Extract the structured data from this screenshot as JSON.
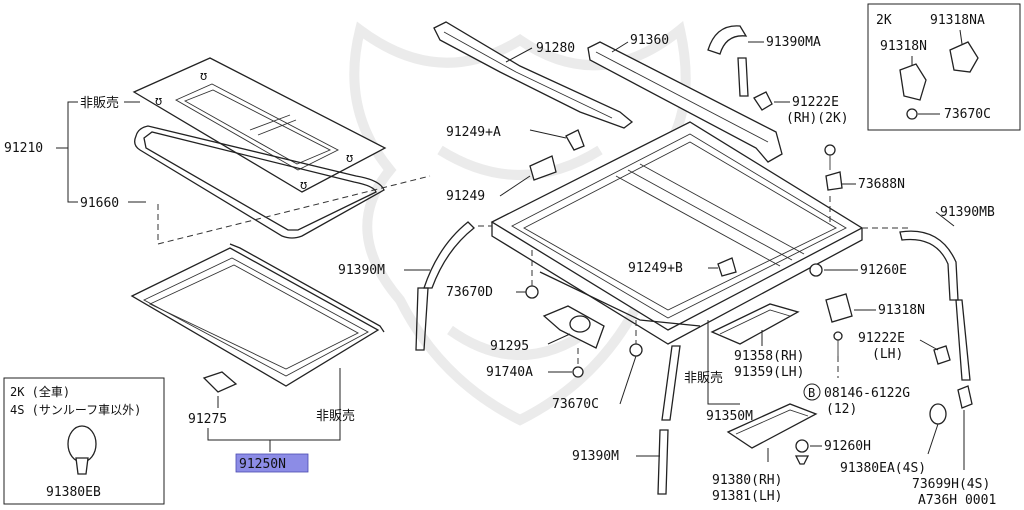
{
  "diagram_id": "A736H 0001",
  "labels": {
    "p91210": "91210",
    "p91660": "91660",
    "not_sold_top": "非販売",
    "p91280": "91280",
    "p91360": "91360",
    "p91390MA": "91390MA",
    "p91222E_top": "91222E",
    "rh_2k": "(RH)(2K)",
    "p91249A": "91249+A",
    "p91249": "91249",
    "p73688N": "73688N",
    "p91390MB": "91390MB",
    "p91390M_left": "91390M",
    "p73670D": "73670D",
    "p91249B": "91249+B",
    "p91260E": "91260E",
    "p91318N_right": "91318N",
    "p91222E_lh": "91222E",
    "lh_1": "(LH)",
    "p91295": "91295",
    "p91358": "91358(RH)",
    "p91359": "91359(LH)",
    "bolt_code": "08146-6122G",
    "bolt_qty": "(12)",
    "bolt_circle": "B",
    "p91740A": "91740A",
    "not_sold_mid": "非販売",
    "p73670C_mid": "73670C",
    "p91350M": "91350M",
    "p91260H": "91260H",
    "p91380EA": "91380EA(4S)",
    "p91390M_bottom": "91390M",
    "p91380": "91380(RH)",
    "p91381": "91381(LH)",
    "p73699H": "73699H(4S)",
    "p91275": "91275",
    "not_sold_bottom": "非販売",
    "p91250N": "91250N"
  },
  "inset_top_right": {
    "variant": "2K",
    "p91318NA": "91318NA",
    "p91318N": "91318N",
    "p73670C": "73670C"
  },
  "inset_bottom_left": {
    "line1": "2K (全車)",
    "line2": "4S (サンルーフ車以外)",
    "part": "91380EB"
  }
}
